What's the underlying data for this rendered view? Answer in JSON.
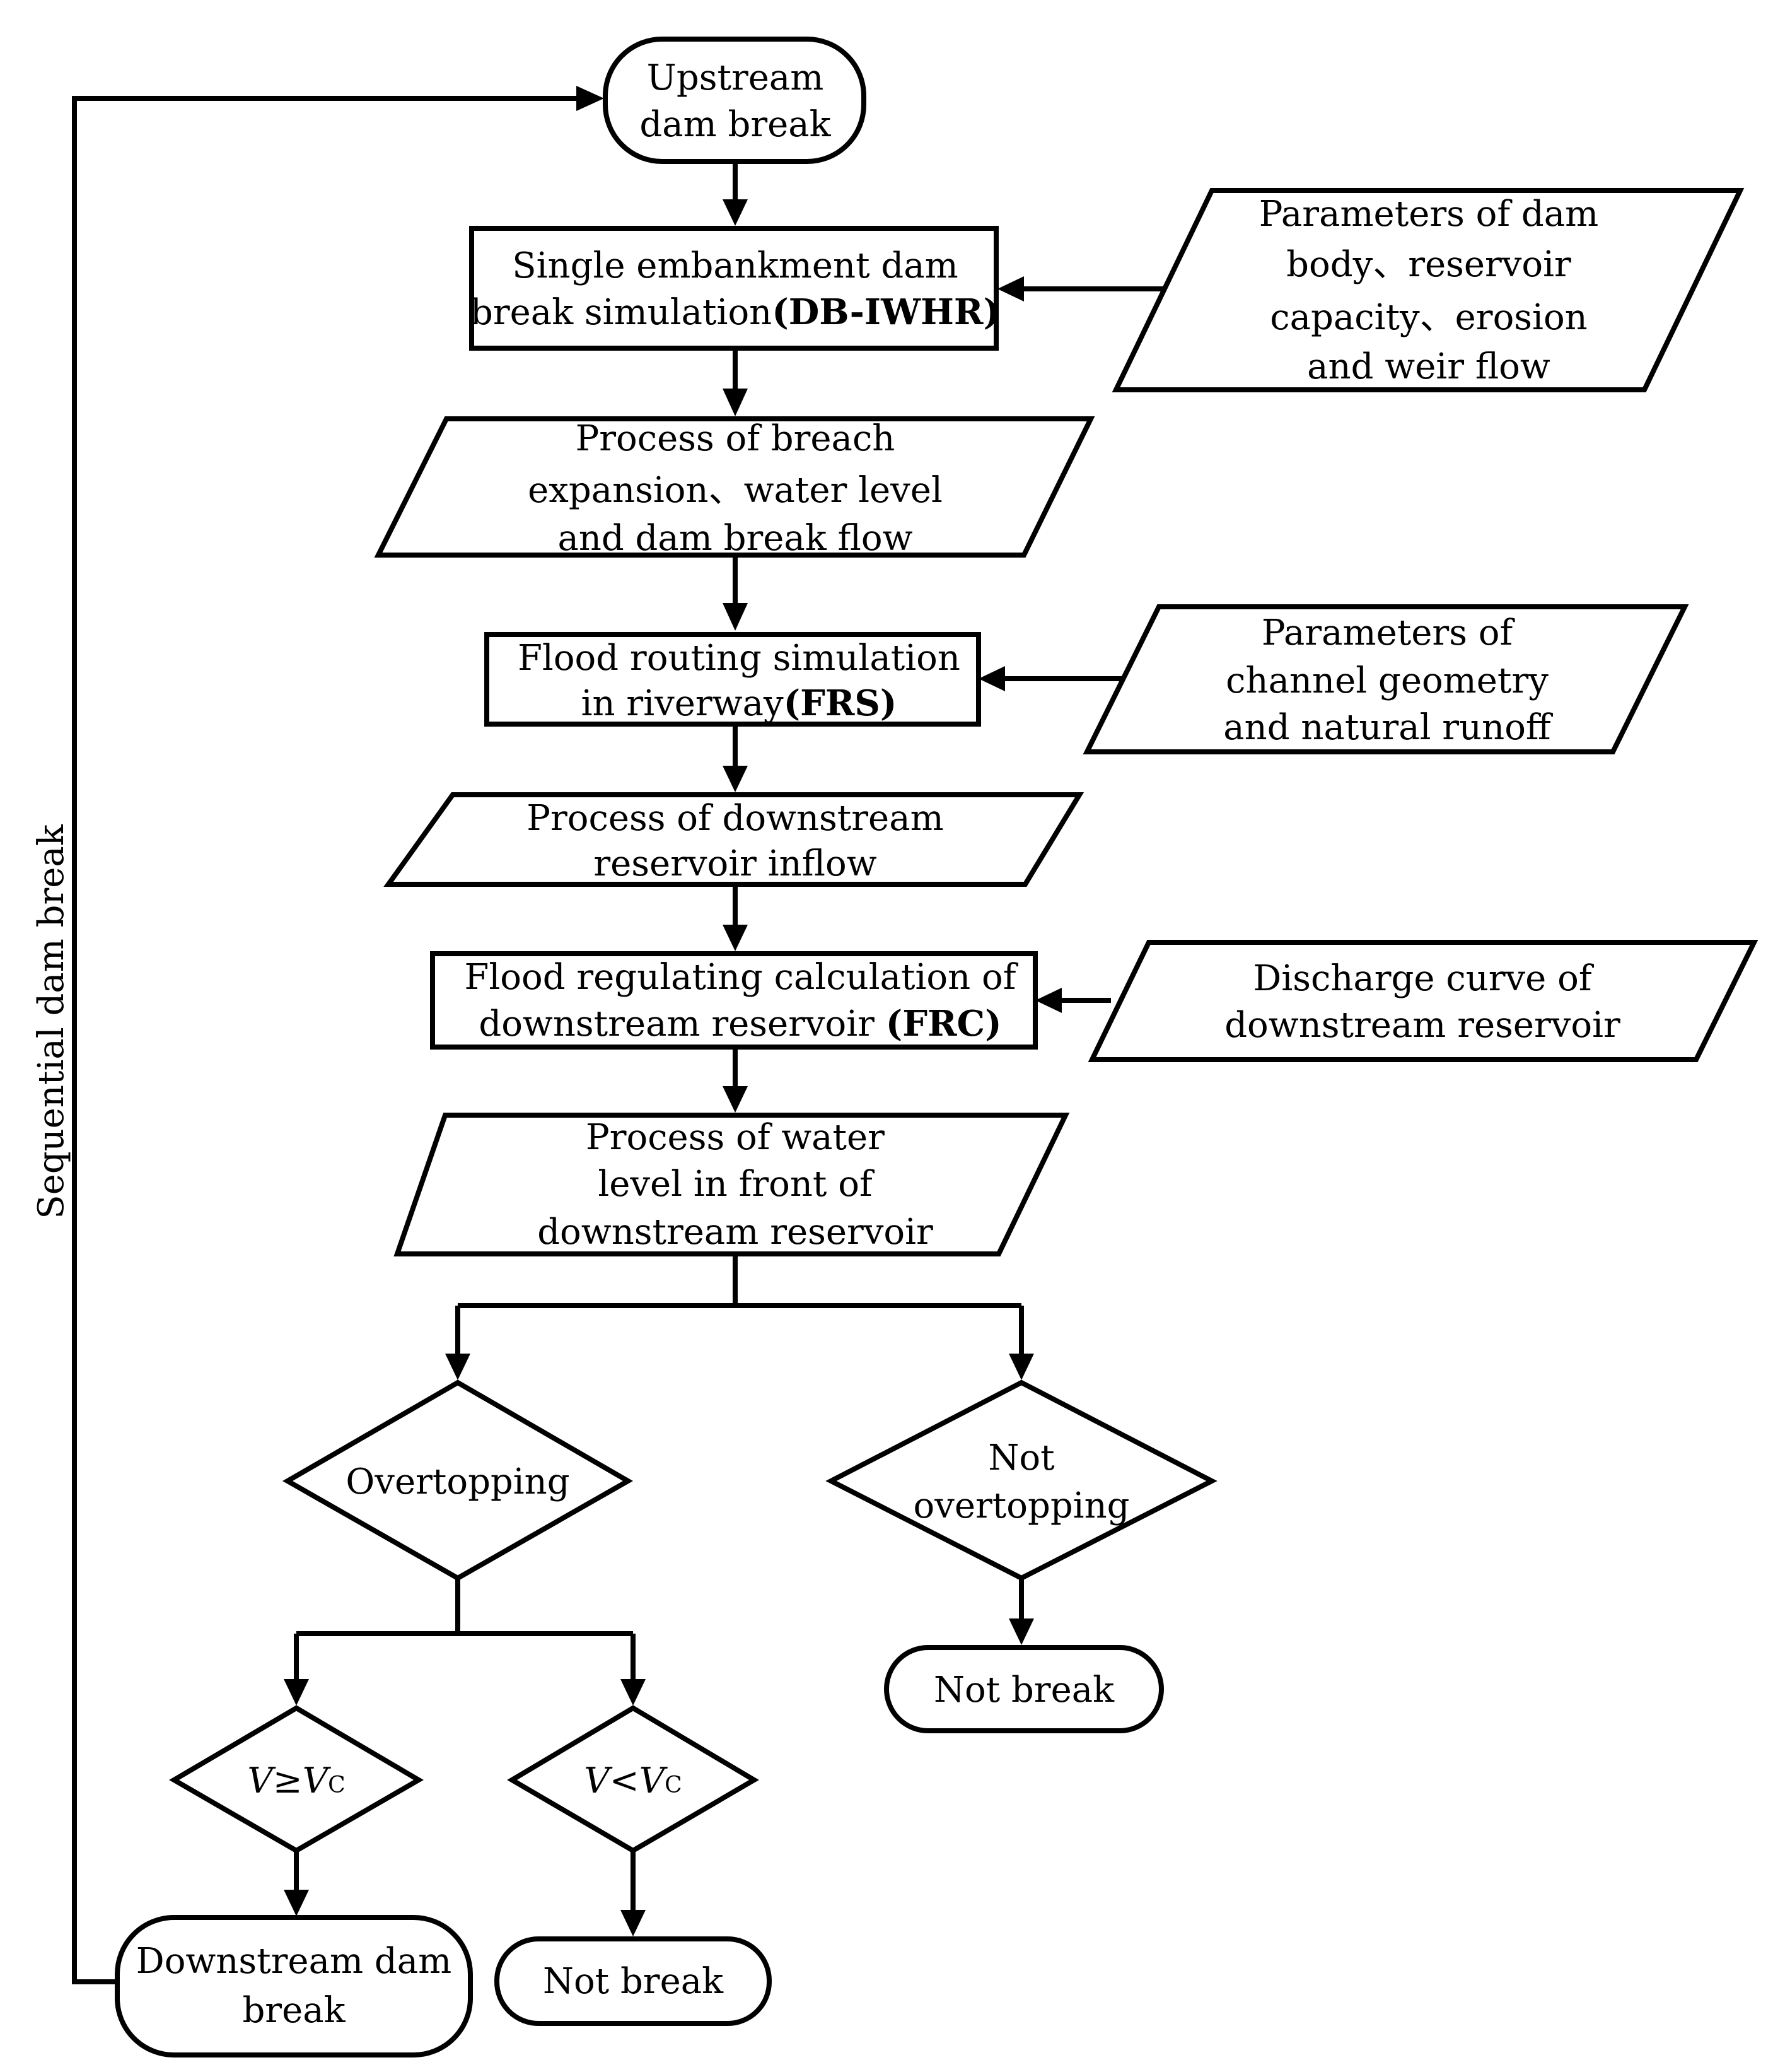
{
  "nodes": {
    "upstream": {
      "line1": "Upstream",
      "line2": "dam break"
    },
    "single_dam": {
      "line1": "Single embankment dam",
      "line2_prefix": "break simulation",
      "line2_bold": "(DB-IWHR)"
    },
    "params_dam": {
      "line1": "Parameters of dam",
      "line2": "body、reservoir",
      "line3": "capacity、erosion",
      "line4": "and weir flow"
    },
    "breach_process": {
      "line1": "Process of breach",
      "line2": "expansion、water level",
      "line3": "and dam break flow"
    },
    "flood_routing": {
      "line1": "Flood routing simulation",
      "line2_prefix": "in riverway",
      "line2_bold": "(FRS)"
    },
    "params_channel": {
      "line1": "Parameters of",
      "line2": "channel geometry",
      "line3": "and natural runoff"
    },
    "inflow_process": {
      "line1": "Process of downstream",
      "line2": "reservoir inflow"
    },
    "flood_regulating": {
      "line1": "Flood regulating calculation of",
      "line2_prefix": "downstream reservoir ",
      "line2_bold": "(FRC)"
    },
    "discharge_curve": {
      "line1": "Discharge curve of",
      "line2": "downstream reservoir"
    },
    "water_level_process": {
      "line1": "Process of water",
      "line2": "level in front of",
      "line3": "downstream reservoir"
    },
    "overtopping": {
      "label": "Overtopping"
    },
    "not_overtopping": {
      "line1": "Not",
      "line2": "overtopping"
    },
    "v_ge": {
      "v": "V",
      "op": "≥",
      "vc": "V",
      "sub": "C"
    },
    "v_lt": {
      "v": "V",
      "op": "<",
      "vc": "V",
      "sub": "C"
    },
    "downstream_break": {
      "line1": "Downstream dam",
      "line2": "break"
    },
    "not_break_1": {
      "label": "Not break"
    },
    "not_break_2": {
      "label": "Not break"
    }
  },
  "loop_label": "Sequential dam break"
}
